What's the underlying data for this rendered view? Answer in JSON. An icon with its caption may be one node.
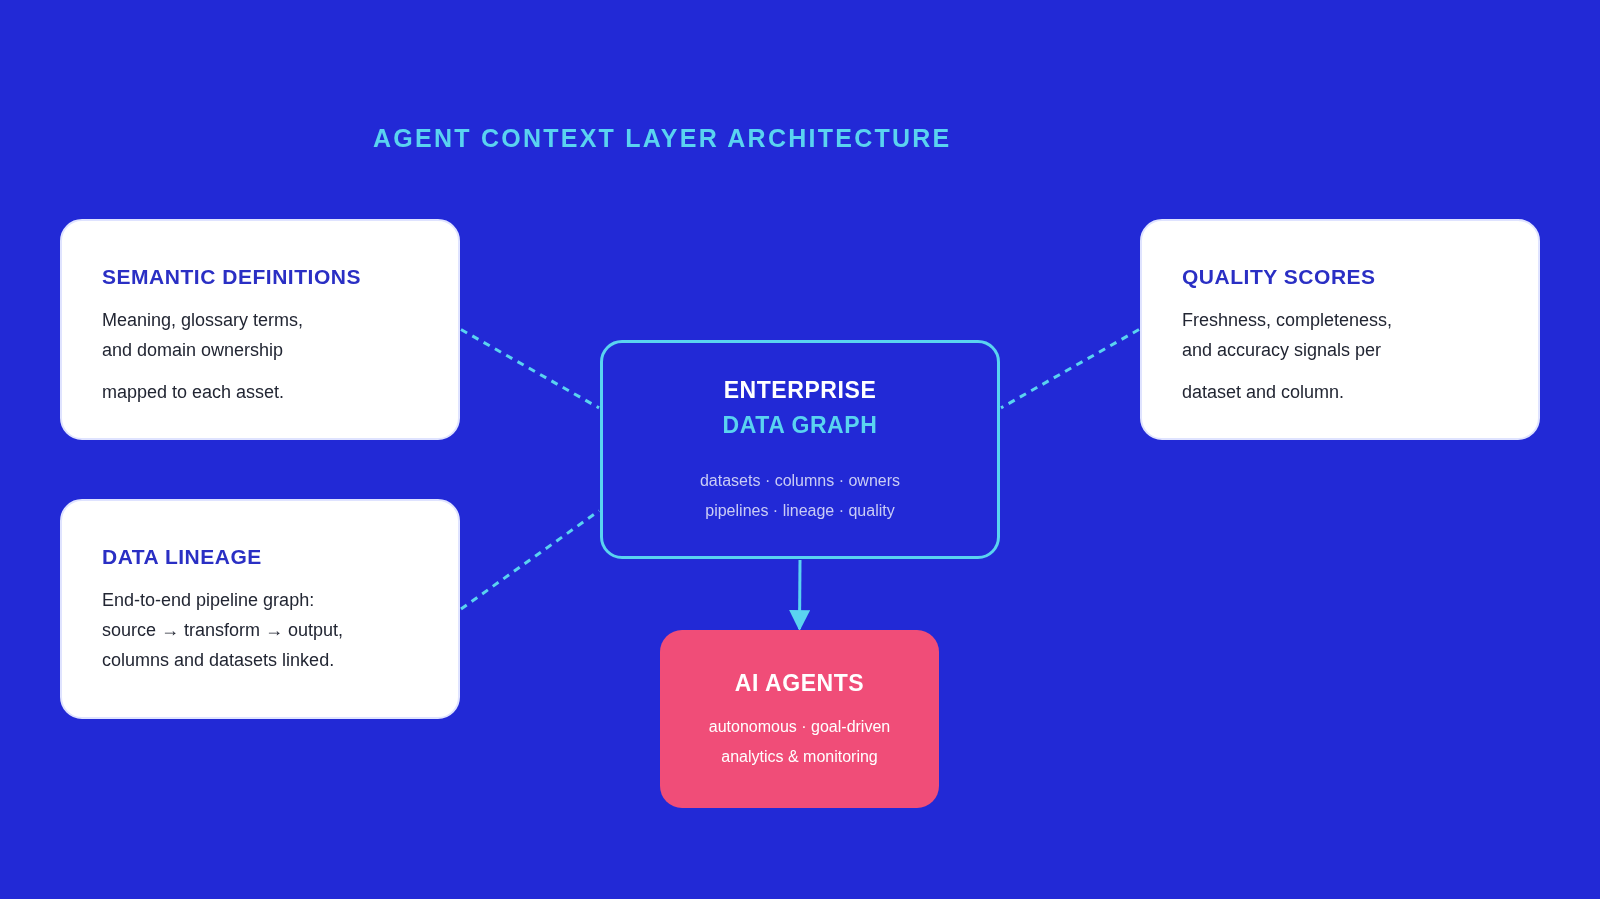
{
  "diagram": {
    "title": "AGENT CONTEXT LAYER ARCHITECTURE",
    "nodes": [
      {
        "text": [
          "SEMANTIC DEFINITIONS",
          "Meaning, glossary terms, and domain ownership",
          "mapped to each asset."
        ]
      },
      {
        "text": [
          "QUALITY SCORES",
          "Freshness, completeness, and accuracy signals per",
          "dataset and column."
        ]
      },
      {
        "text": [
          "ENTERPRISE",
          "DATA GRAPH",
          "datasets · columns · owners",
          "pipelines · lineage · quality"
        ]
      },
      {
        "text": [
          "DATA LINEAGE",
          "End-to-end pipeline graph: source → transform → output, columns and datasets linked."
        ]
      },
      {
        "text": [
          "AI AGENTS",
          "autonomous · goal-driven",
          "analytics & monitoring"
        ]
      }
    ],
    "edges": [
      {
        "from": 0,
        "to": 2,
        "arrow": "none",
        "style": "dashed"
      },
      {
        "from": 1,
        "to": 2,
        "arrow": "none",
        "style": "dashed"
      },
      {
        "from": 3,
        "to": 2,
        "arrow": "none",
        "style": "dashed"
      },
      {
        "from": 2,
        "to": 4,
        "arrow": "to"
      }
    ]
  }
}
